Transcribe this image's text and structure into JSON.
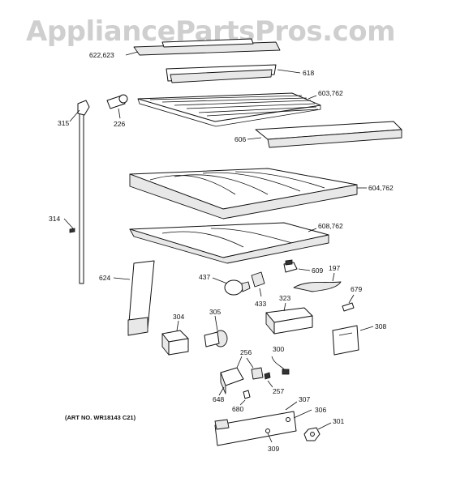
{
  "watermark": "AppliancePartsPros.com",
  "art_number": "(ART NO. WR18143 C21)",
  "callouts": {
    "p622": "622,623",
    "p618": "618",
    "p603": "603,762",
    "p315": "315",
    "p226": "226",
    "p606": "606",
    "p604": "604,762",
    "p314": "314",
    "p608": "608,762",
    "p609": "609",
    "p197": "197",
    "p624": "624",
    "p437": "437",
    "p433": "433",
    "p679": "679",
    "p323": "323",
    "p304": "304",
    "p305": "305",
    "p308": "308",
    "p300": "300",
    "p256": "256",
    "p648": "648",
    "p257": "257",
    "p680": "680",
    "p307": "307",
    "p306": "306",
    "p301": "301",
    "p309": "309"
  }
}
